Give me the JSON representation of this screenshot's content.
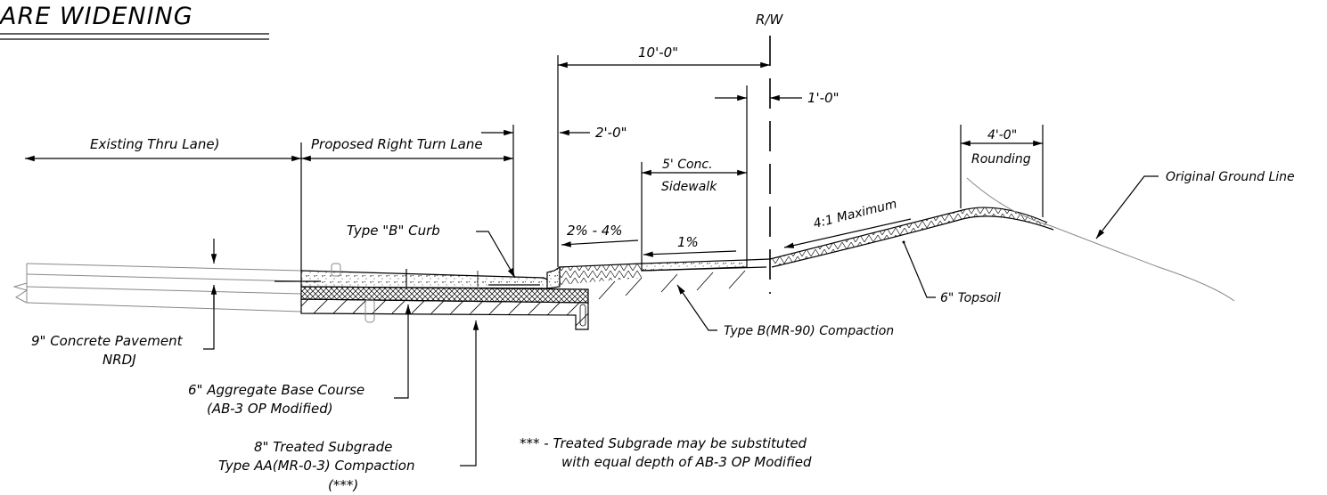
{
  "title": "ARE WIDENING",
  "labels": {
    "rw": "R/W",
    "dim_10ft": "10'-0\"",
    "dim_1ft": "1'-0\"",
    "dim_2ft": "2'-0\"",
    "dim_4ft": "4'-0\"",
    "rounding": "Rounding",
    "existing_thru_lane": "Existing Thru Lane)",
    "proposed_right_turn_lane": "Proposed Right Turn Lane",
    "sidewalk_line1": "5' Conc.",
    "sidewalk_line2": "Sidewalk",
    "original_ground_line": "Original Ground Line",
    "type_b_curb": "Type \"B\" Curb",
    "slope_2_4": "2% - 4%",
    "slope_1": "1%",
    "max_slope": "4:1 Maximum",
    "topsoil": "6\" Topsoil",
    "compaction_b": "Type B(MR-90) Compaction",
    "concrete_pavement_line1": "9\" Concrete Pavement",
    "concrete_pavement_line2": "NRDJ",
    "aggregate_base_line1": "6\" Aggregate Base Course",
    "aggregate_base_line2": "(AB-3 OP Modified)",
    "treated_subgrade_line1": "8\" Treated Subgrade",
    "treated_subgrade_line2": "Type AA(MR-0-3) Compaction",
    "treated_subgrade_line3": "(***)",
    "note_line1": "*** - Treated Subgrade may be substituted",
    "note_line2": "with equal depth of AB-3 OP Modified"
  }
}
